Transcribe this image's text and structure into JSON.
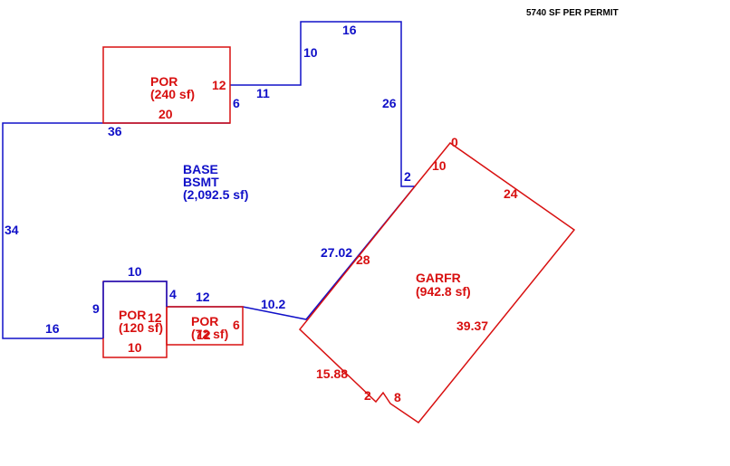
{
  "note": "5740 SF PER PERMIT",
  "colors": {
    "base": "#1010c8",
    "addition": "#d81010"
  },
  "base": {
    "code": "BASE",
    "type": "BSMT",
    "area": "(2,092.5 sf)",
    "edges": [
      "36",
      "34",
      "16",
      "9",
      "4",
      "10",
      "12",
      "10.2",
      "27.02",
      "2",
      "26",
      "16",
      "10",
      "11",
      "6"
    ]
  },
  "por_top": {
    "code": "POR",
    "area": "(240 sf)",
    "edges": [
      "20",
      "12"
    ]
  },
  "por_left": {
    "code": "POR",
    "area": "(120 sf)",
    "edges": [
      "10",
      "12"
    ]
  },
  "por_small": {
    "code": "POR",
    "area": "(72 sf)",
    "edges": [
      "12",
      "6"
    ]
  },
  "garage": {
    "code": "GARFR",
    "area": "(942.8 sf)",
    "edges": [
      "0",
      "10",
      "24",
      "28",
      "39.37",
      "15.88",
      "2",
      "8"
    ]
  }
}
